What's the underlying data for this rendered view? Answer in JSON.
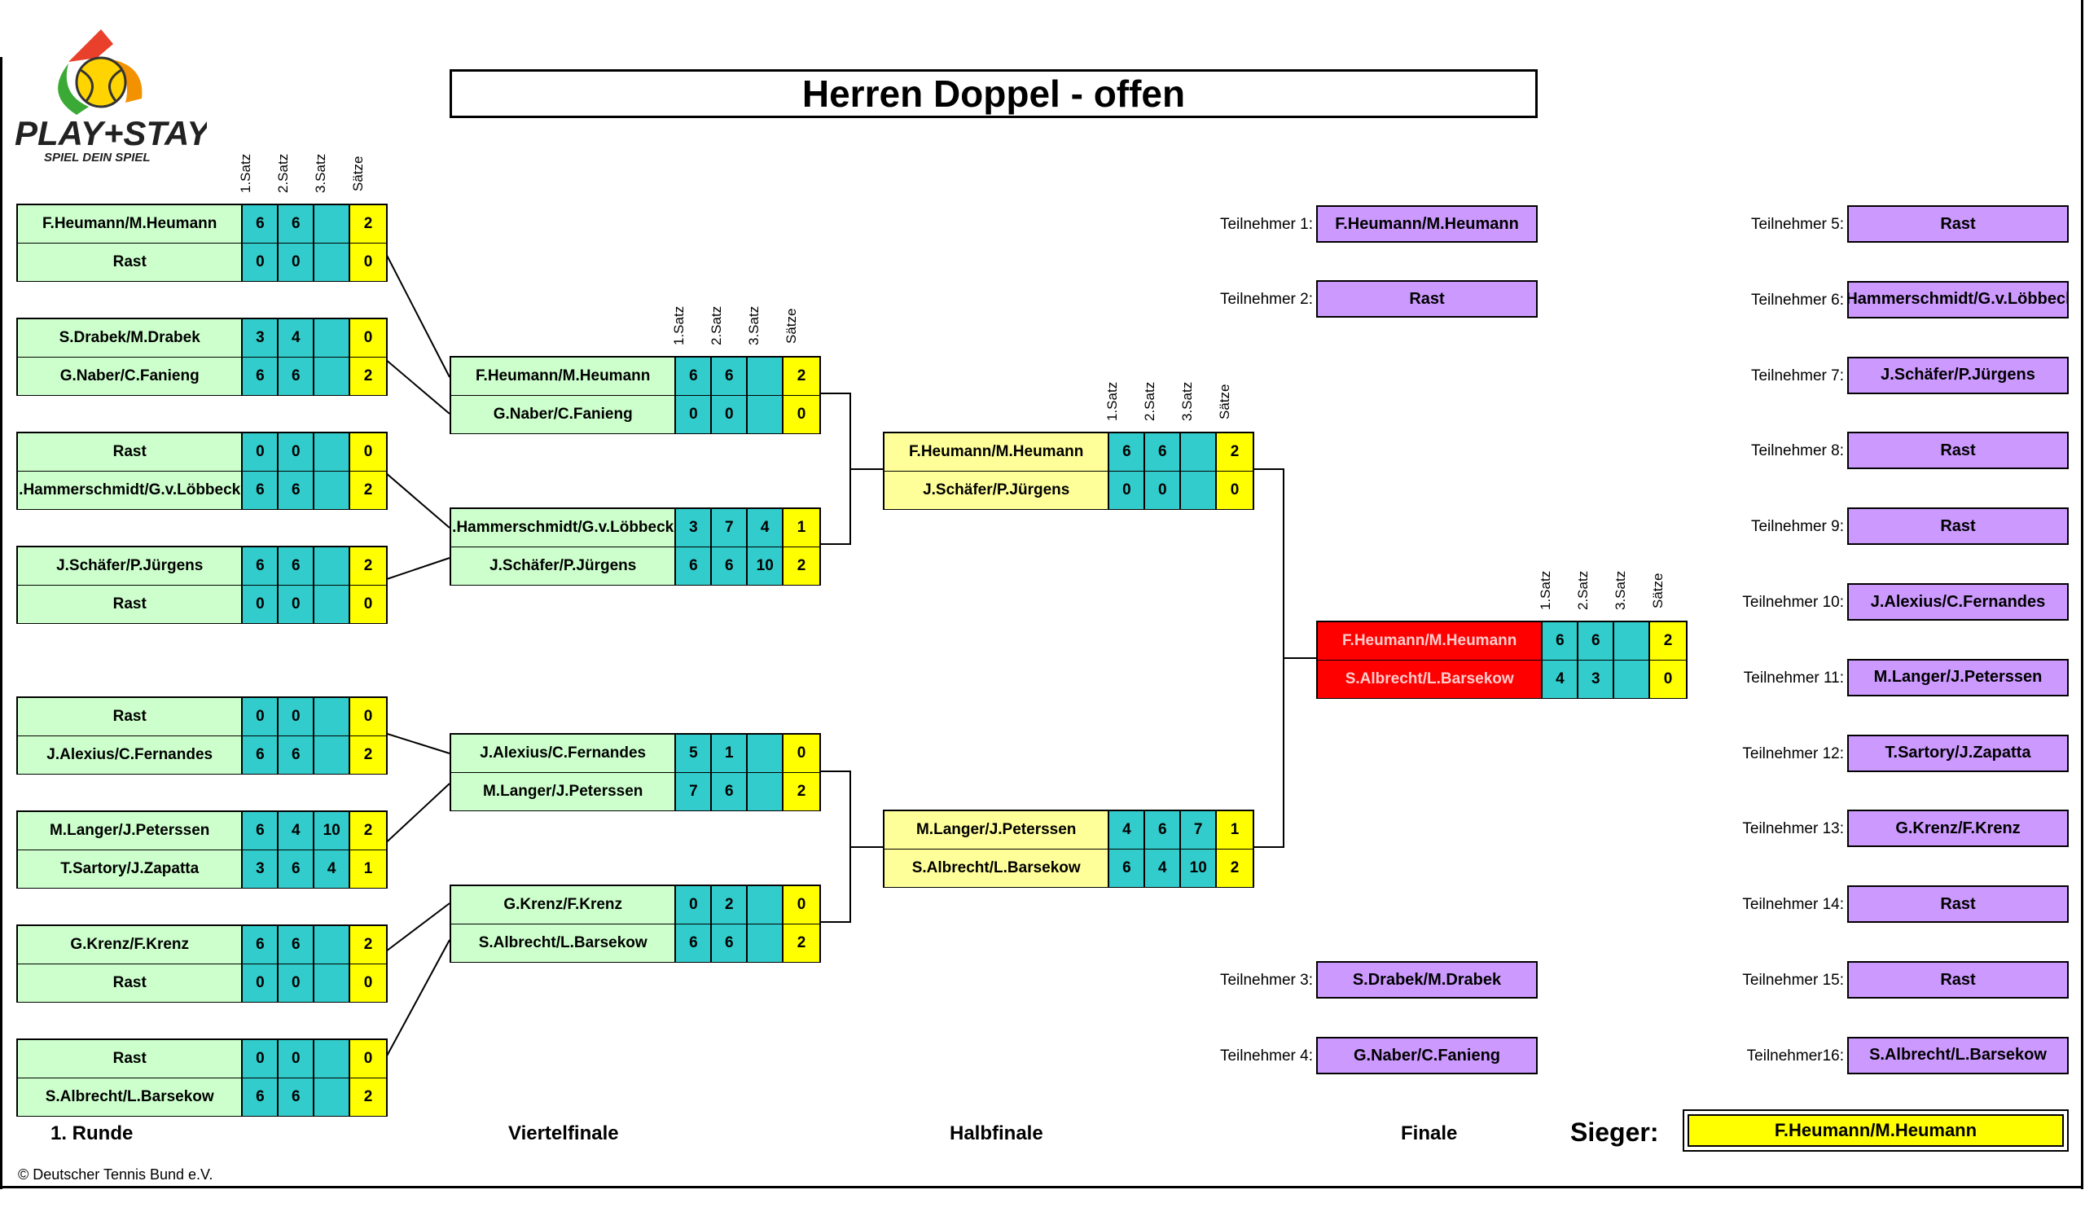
{
  "title": "Herren Doppel - offen",
  "logo": {
    "brand": "PLAY+STAY",
    "tagline": "SPIEL DEIN SPIEL",
    "colors": [
      "#e8402a",
      "#ffd400",
      "#3aa935",
      "#f39200"
    ]
  },
  "set_headers": [
    "1.Satz",
    "2.Satz",
    "3.Satz",
    "Sätze"
  ],
  "round1": [
    {
      "p1": "F.Heumann/M.Heumann",
      "s1": [
        "6",
        "6",
        ""
      ],
      "w1": "2",
      "p2": "Rast",
      "s2": [
        "0",
        "0",
        ""
      ],
      "w2": "0"
    },
    {
      "p1": "S.Drabek/M.Drabek",
      "s1": [
        "3",
        "4",
        ""
      ],
      "w1": "0",
      "p2": "G.Naber/C.Fanieng",
      "s2": [
        "6",
        "6",
        ""
      ],
      "w2": "2"
    },
    {
      "p1": "Rast",
      "s1": [
        "0",
        "0",
        ""
      ],
      "w1": "0",
      "p2": "J.Hammerschmidt/G.v.Löbbecke",
      "s2": [
        "6",
        "6",
        ""
      ],
      "w2": "2"
    },
    {
      "p1": "J.Schäfer/P.Jürgens",
      "s1": [
        "6",
        "6",
        ""
      ],
      "w1": "2",
      "p2": "Rast",
      "s2": [
        "0",
        "0",
        ""
      ],
      "w2": "0"
    },
    {
      "p1": "Rast",
      "s1": [
        "0",
        "0",
        ""
      ],
      "w1": "0",
      "p2": "J.Alexius/C.Fernandes",
      "s2": [
        "6",
        "6",
        ""
      ],
      "w2": "2"
    },
    {
      "p1": "M.Langer/J.Peterssen",
      "s1": [
        "6",
        "4",
        "10"
      ],
      "w1": "2",
      "p2": "T.Sartory/J.Zapatta",
      "s2": [
        "3",
        "6",
        "4"
      ],
      "w2": "1"
    },
    {
      "p1": "G.Krenz/F.Krenz",
      "s1": [
        "6",
        "6",
        ""
      ],
      "w1": "2",
      "p2": "Rast",
      "s2": [
        "0",
        "0",
        ""
      ],
      "w2": "0"
    },
    {
      "p1": "Rast",
      "s1": [
        "0",
        "0",
        ""
      ],
      "w1": "0",
      "p2": "S.Albrecht/L.Barsekow",
      "s2": [
        "6",
        "6",
        ""
      ],
      "w2": "2"
    }
  ],
  "quarter": [
    {
      "p1": "F.Heumann/M.Heumann",
      "s1": [
        "6",
        "6",
        ""
      ],
      "w1": "2",
      "p2": "G.Naber/C.Fanieng",
      "s2": [
        "0",
        "0",
        ""
      ],
      "w2": "0"
    },
    {
      "p1": "J.Hammerschmidt/G.v.Löbbecke",
      "s1": [
        "3",
        "7",
        "4"
      ],
      "w1": "1",
      "p2": "J.Schäfer/P.Jürgens",
      "s2": [
        "6",
        "6",
        "10"
      ],
      "w2": "2"
    },
    {
      "p1": "J.Alexius/C.Fernandes",
      "s1": [
        "5",
        "1",
        ""
      ],
      "w1": "0",
      "p2": "M.Langer/J.Peterssen",
      "s2": [
        "7",
        "6",
        ""
      ],
      "w2": "2"
    },
    {
      "p1": "G.Krenz/F.Krenz",
      "s1": [
        "0",
        "2",
        ""
      ],
      "w1": "0",
      "p2": "S.Albrecht/L.Barsekow",
      "s2": [
        "6",
        "6",
        ""
      ],
      "w2": "2"
    }
  ],
  "semi": [
    {
      "p1": "F.Heumann/M.Heumann",
      "s1": [
        "6",
        "6",
        ""
      ],
      "w1": "2",
      "p2": "J.Schäfer/P.Jürgens",
      "s2": [
        "0",
        "0",
        ""
      ],
      "w2": "0"
    },
    {
      "p1": "M.Langer/J.Peterssen",
      "s1": [
        "4",
        "6",
        "7"
      ],
      "w1": "1",
      "p2": "S.Albrecht/L.Barsekow",
      "s2": [
        "6",
        "4",
        "10"
      ],
      "w2": "2"
    }
  ],
  "final": {
    "p1": "F.Heumann/M.Heumann",
    "s1": [
      "6",
      "6",
      ""
    ],
    "w1": "2",
    "p2": "S.Albrecht/L.Barsekow",
    "s2": [
      "4",
      "3",
      ""
    ],
    "w2": "0"
  },
  "participants_left": [
    {
      "label": "Teilnehmer 1:",
      "name": "F.Heumann/M.Heumann"
    },
    {
      "label": "Teilnehmer 2:",
      "name": "Rast"
    },
    {
      "label": "Teilnehmer 3:",
      "name": "S.Drabek/M.Drabek"
    },
    {
      "label": "Teilnehmer 4:",
      "name": "G.Naber/C.Fanieng"
    }
  ],
  "participants_right": [
    {
      "label": "Teilnehmer 5:",
      "name": "Rast"
    },
    {
      "label": "Teilnehmer 6:",
      "name": "J.Hammerschmidt/G.v.Löbbecke"
    },
    {
      "label": "Teilnehmer 7:",
      "name": "J.Schäfer/P.Jürgens"
    },
    {
      "label": "Teilnehmer 8:",
      "name": "Rast"
    },
    {
      "label": "Teilnehmer 9:",
      "name": "Rast"
    },
    {
      "label": "Teilnehmer 10:",
      "name": "J.Alexius/C.Fernandes"
    },
    {
      "label": "Teilnehmer 11:",
      "name": "M.Langer/J.Peterssen"
    },
    {
      "label": "Teilnehmer 12:",
      "name": "T.Sartory/J.Zapatta"
    },
    {
      "label": "Teilnehmer 13:",
      "name": "G.Krenz/F.Krenz"
    },
    {
      "label": "Teilnehmer 14:",
      "name": "Rast"
    },
    {
      "label": "Teilnehmer 15:",
      "name": "Rast"
    },
    {
      "label": "Teilnehmer16:",
      "name": "S.Albrecht/L.Barsekow"
    }
  ],
  "rounds": {
    "r1": "1. Runde",
    "qf": "Viertelfinale",
    "sf": "Halbfinale",
    "f": "Finale"
  },
  "winner": {
    "label": "Sieger:",
    "name": "F.Heumann/M.Heumann"
  },
  "copyright": "© Deutscher Tennis Bund e.V."
}
